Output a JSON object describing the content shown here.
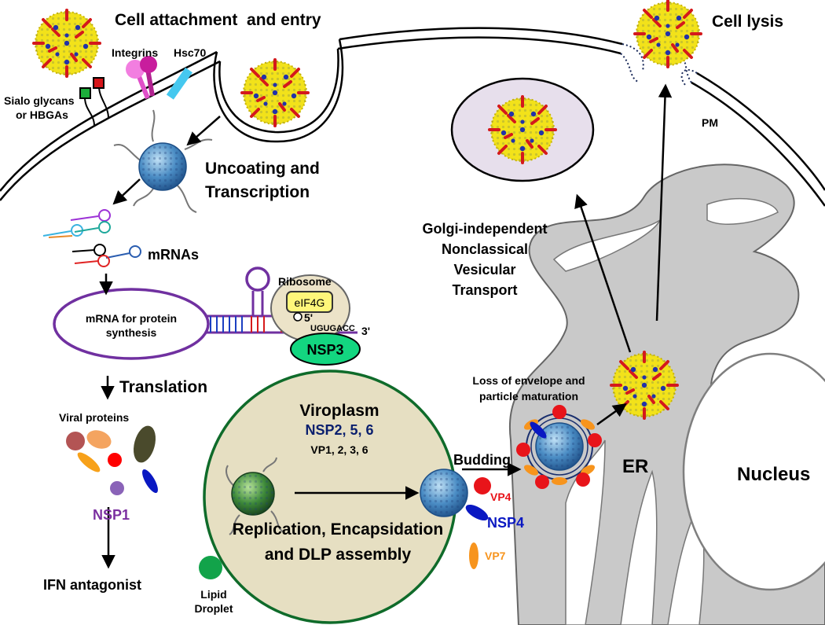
{
  "labels": {
    "cell_attachment": "Cell attachment  and entry",
    "cell_lysis": "Cell lysis",
    "integrins": "Integrins",
    "hsc70": "Hsc70",
    "sialo_line1": "Sialo glycans",
    "sialo_line2": "or HBGAs",
    "pm": "PM",
    "uncoating_line1": "Uncoating and",
    "uncoating_line2": "Transcription",
    "mrnas": "mRNAs",
    "mrna_synth_line1": "mRNA for protein",
    "mrna_synth_line2": "synthesis",
    "ribosome": "Ribosome",
    "eif4g": "eIF4G",
    "five_prime": "5'",
    "seq": "UGUGACC",
    "three_prime": "3'",
    "nsp3": "NSP3",
    "golgi_line1": "Golgi-independent",
    "golgi_line2": "Nonclassical",
    "golgi_line3": "Vesicular",
    "golgi_line4": "Transport",
    "translation": "Translation",
    "viral_proteins": "Viral proteins",
    "nsp1": "NSP1",
    "ifn": "IFN antagonist",
    "viroplasm": "Viroplasm",
    "nsp256": "NSP2, 5, 6",
    "vp1236": "VP1, 2, 3, 6",
    "replication_line1": "Replication, Encapsidation",
    "replication_line2": "and DLP assembly",
    "lipid_line1": "Lipid",
    "lipid_line2": "Droplet",
    "budding": "Budding",
    "loss_line1": "Loss of envelope and",
    "loss_line2": "particle maturation",
    "vp4": "VP4",
    "nsp4": "NSP4",
    "vp7": "VP7",
    "er": "ER",
    "nucleus": "Nucleus"
  },
  "colors": {
    "virus_yellow": "#f2e21a",
    "virus_red": "#d4191c",
    "virus_blue": "#2233a8",
    "dlp_blue": "#4a8cc4",
    "er_gray": "#c9c9c9",
    "viroplasm_fill": "#e6dfc2",
    "vesicle_fill": "#e7dfec",
    "nsp3_green": "#13d680",
    "nsp1_purple": "#7b2fa0",
    "nsp256_navy": "#0a1f6e",
    "vp4_red": "#e8141a",
    "nsp4_blue": "#0a18c2",
    "vp7_orange": "#f7941d",
    "mrna_purple": "#7030a0",
    "lipid_green": "#12a34a"
  }
}
